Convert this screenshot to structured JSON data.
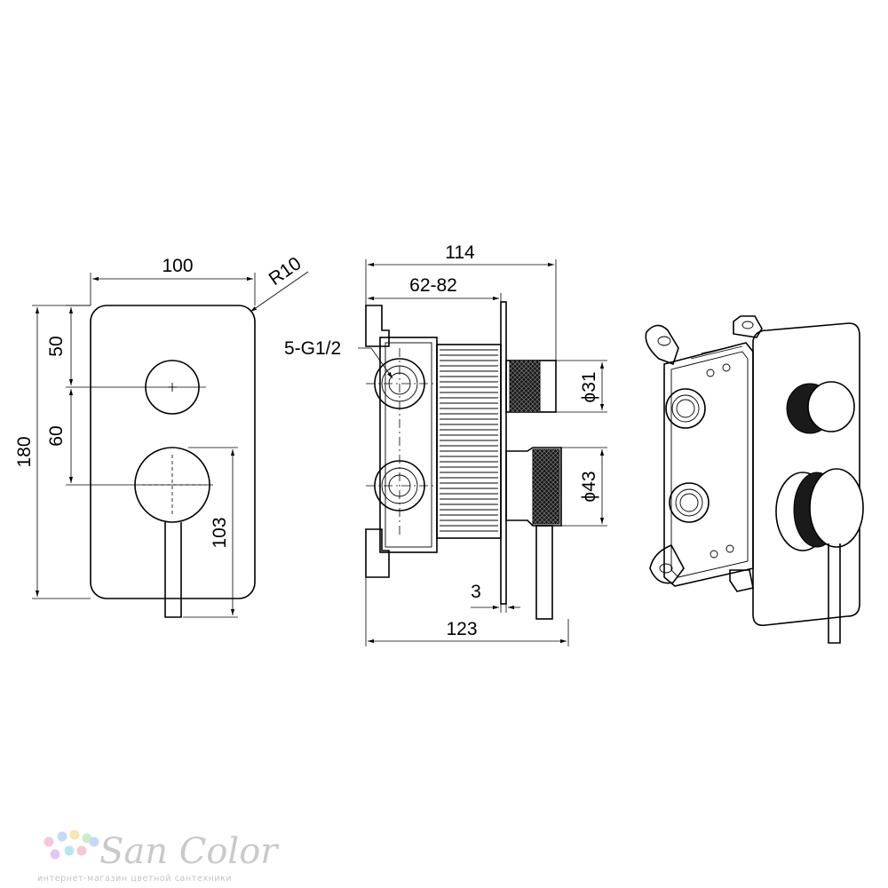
{
  "dimensions": {
    "width_100": "100",
    "radius": "R10",
    "height_180": "180",
    "dist_50": "50",
    "dist_60": "60",
    "lever_103": "103",
    "depth_114": "114",
    "adjust_62_82": "62-82",
    "thread": "5-G1/2",
    "diam_31": "ϕ31",
    "diam_43": "ϕ43",
    "plate_3": "3",
    "total_123": "123"
  },
  "brand": {
    "name": "San Color",
    "tagline": "интернет-магазин цветной сантехники",
    "dot_colors": [
      "#f7c6d9",
      "#c6d8f7",
      "#f7e6b0",
      "#c9efc6",
      "#e2c6f7",
      "#b8e7f2"
    ]
  }
}
